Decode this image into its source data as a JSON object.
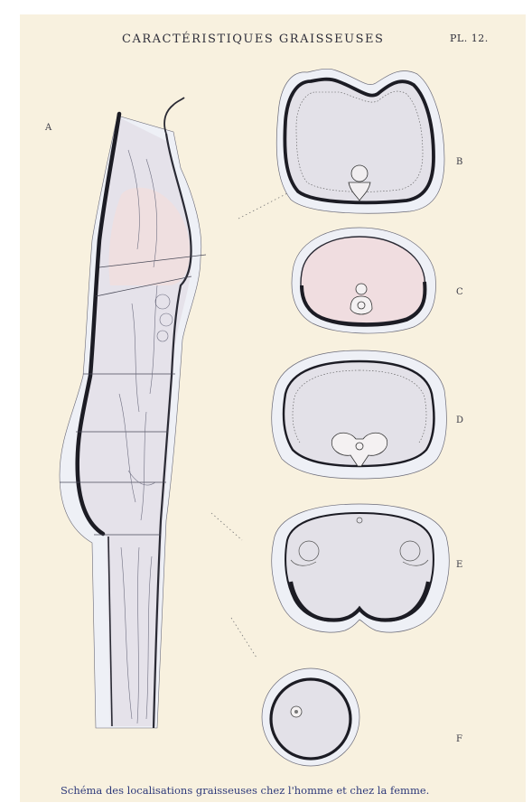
{
  "title": "CARACTÉRISTIQUES GRAISSEUSES",
  "plate_number": "PL. 12.",
  "figure_labels": {
    "a": "A",
    "b": "B",
    "c": "C",
    "d": "D",
    "e": "E",
    "f": "F"
  },
  "caption": "Schéma des localisations graisseuses chez l'homme et chez la femme.",
  "colors": {
    "paper": "#f8f1df",
    "tissue_pink": "#f3dede",
    "tissue_grey": "#e6e3e8",
    "fat_layer": "#e9ecf4",
    "outline": "#1c1c24"
  }
}
